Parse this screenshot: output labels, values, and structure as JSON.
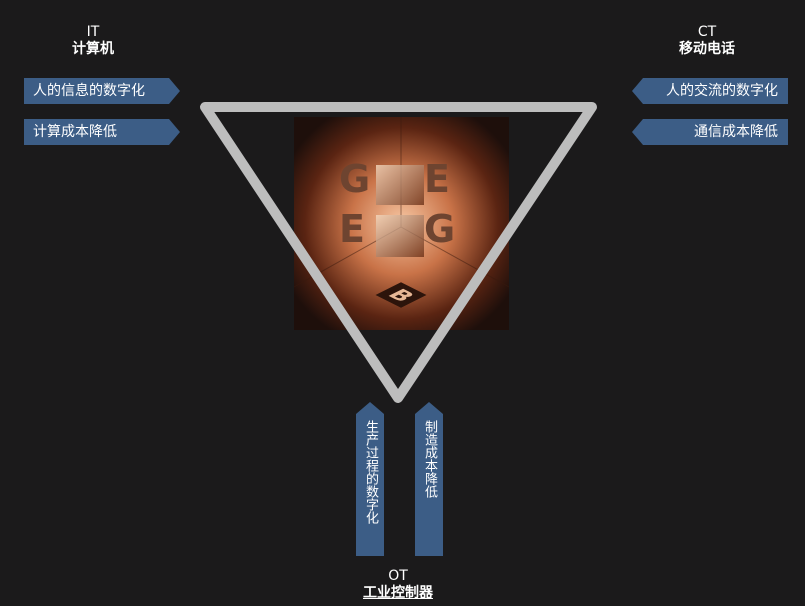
{
  "it": {
    "abbr": "IT",
    "name": "计算机",
    "tags": [
      "人的信息的数字化",
      "计算成本降低"
    ]
  },
  "ct": {
    "abbr": "CT",
    "name": "移动电话",
    "tags": [
      "人的交流的数字化",
      "通信成本降低"
    ]
  },
  "ot": {
    "abbr": "OT",
    "name": "工业控制器",
    "tags": [
      "生产过程的数字化",
      "制造成本降低"
    ]
  },
  "center_image": {
    "letters": [
      "G",
      "E",
      "E",
      "G",
      "B"
    ]
  },
  "colors": {
    "tag_bg": "#3c5d86",
    "triangle": "#bdbdbd",
    "background": "#1b1a1b"
  }
}
